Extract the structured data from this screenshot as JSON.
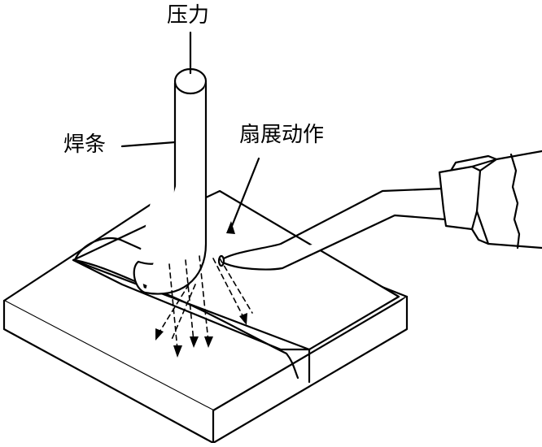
{
  "labels": {
    "pressure": "压力",
    "rod": "焊条",
    "fan_motion": "扇展动作"
  },
  "colors": {
    "line": "#000000",
    "background": "#ffffff"
  }
}
